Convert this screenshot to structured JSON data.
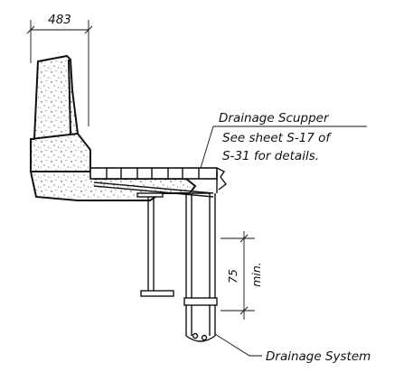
{
  "drawing": {
    "dimensions": {
      "barrier_width": "483",
      "min_clearance_value": "75",
      "min_clearance_unit": "min."
    },
    "callouts": {
      "scupper": {
        "line1": "Drainage Scupper",
        "line2": "See sheet S-17 of",
        "line3": "S-31 for details."
      },
      "drainage_system": "Drainage System"
    }
  }
}
